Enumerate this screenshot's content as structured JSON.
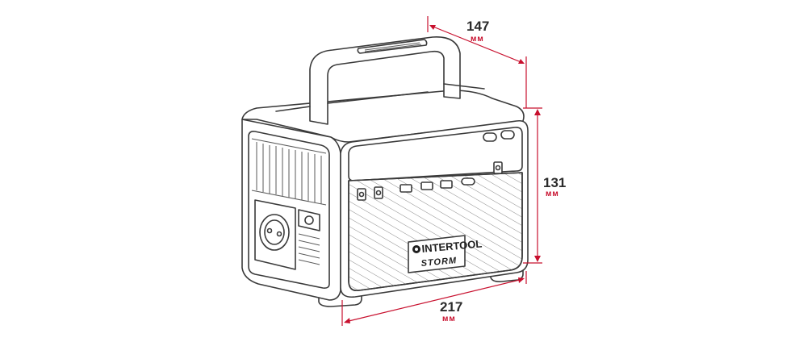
{
  "dimensions": {
    "depth": {
      "value": "147",
      "unit": "мм"
    },
    "height": {
      "value": "131",
      "unit": "мм"
    },
    "width": {
      "value": "217",
      "unit": "мм"
    }
  },
  "product": {
    "brand": "INTERTOOL",
    "model": "STORM"
  },
  "colors": {
    "dimension_line": "#c8102e",
    "outline": "#3a3a3a"
  },
  "icons": [
    "dc-port-icon",
    "usb-a-port-icon",
    "usb-c-port-icon",
    "ac-socket-icon",
    "button-icon",
    "brand-logo-icon"
  ]
}
